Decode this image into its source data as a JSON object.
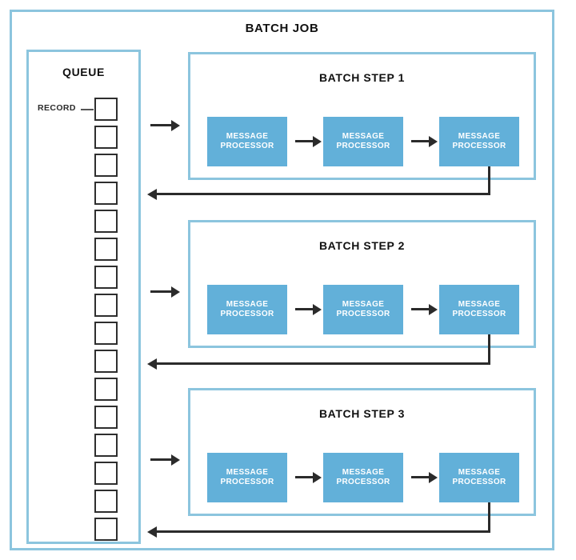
{
  "diagram": {
    "title": "BATCH JOB",
    "colors": {
      "frame_border": "#8cc5de",
      "processor_fill": "#62b0d9",
      "processor_text": "#ffffff",
      "arrow": "#2b2b2b",
      "record_border": "#2e2e2e",
      "background": "#ffffff"
    },
    "queue": {
      "title": "QUEUE",
      "record_label": "RECORD",
      "record_count": 16
    },
    "steps": [
      {
        "title": "BATCH STEP 1",
        "processors": [
          {
            "line1": "MESSAGE",
            "line2": "PROCESSOR"
          },
          {
            "line1": "MESSAGE",
            "line2": "PROCESSOR"
          },
          {
            "line1": "MESSAGE",
            "line2": "PROCESSOR"
          }
        ]
      },
      {
        "title": "BATCH STEP 2",
        "processors": [
          {
            "line1": "MESSAGE",
            "line2": "PROCESSOR"
          },
          {
            "line1": "MESSAGE",
            "line2": "PROCESSOR"
          },
          {
            "line1": "MESSAGE",
            "line2": "PROCESSOR"
          }
        ]
      },
      {
        "title": "BATCH STEP 3",
        "processors": [
          {
            "line1": "MESSAGE",
            "line2": "PROCESSOR"
          },
          {
            "line1": "MESSAGE",
            "line2": "PROCESSOR"
          },
          {
            "line1": "MESSAGE",
            "line2": "PROCESSOR"
          }
        ]
      }
    ]
  },
  "chart_data": {
    "type": "diagram",
    "title": "BATCH JOB",
    "nodes": [
      {
        "id": "queue",
        "label": "QUEUE",
        "kind": "container",
        "children": 16,
        "child_label": "RECORD"
      },
      {
        "id": "step1",
        "label": "BATCH STEP 1",
        "kind": "container"
      },
      {
        "id": "step2",
        "label": "BATCH STEP 2",
        "kind": "container"
      },
      {
        "id": "step3",
        "label": "BATCH STEP 3",
        "kind": "container"
      },
      {
        "id": "s1p1",
        "label": "MESSAGE PROCESSOR",
        "parent": "step1"
      },
      {
        "id": "s1p2",
        "label": "MESSAGE PROCESSOR",
        "parent": "step1"
      },
      {
        "id": "s1p3",
        "label": "MESSAGE PROCESSOR",
        "parent": "step1"
      },
      {
        "id": "s2p1",
        "label": "MESSAGE PROCESSOR",
        "parent": "step2"
      },
      {
        "id": "s2p2",
        "label": "MESSAGE PROCESSOR",
        "parent": "step2"
      },
      {
        "id": "s2p3",
        "label": "MESSAGE PROCESSOR",
        "parent": "step2"
      },
      {
        "id": "s3p1",
        "label": "MESSAGE PROCESSOR",
        "parent": "step3"
      },
      {
        "id": "s3p2",
        "label": "MESSAGE PROCESSOR",
        "parent": "step3"
      },
      {
        "id": "s3p3",
        "label": "MESSAGE PROCESSOR",
        "parent": "step3"
      }
    ],
    "edges": [
      {
        "from": "queue",
        "to": "step1",
        "dir": "right"
      },
      {
        "from": "s1p1",
        "to": "s1p2",
        "dir": "right"
      },
      {
        "from": "s1p2",
        "to": "s1p3",
        "dir": "right"
      },
      {
        "from": "s1p3",
        "to": "queue",
        "dir": "left"
      },
      {
        "from": "queue",
        "to": "step2",
        "dir": "right"
      },
      {
        "from": "s2p1",
        "to": "s2p2",
        "dir": "right"
      },
      {
        "from": "s2p2",
        "to": "s2p3",
        "dir": "right"
      },
      {
        "from": "s2p3",
        "to": "queue",
        "dir": "left"
      },
      {
        "from": "queue",
        "to": "step3",
        "dir": "right"
      },
      {
        "from": "s3p1",
        "to": "s3p2",
        "dir": "right"
      },
      {
        "from": "s3p2",
        "to": "s3p3",
        "dir": "right"
      },
      {
        "from": "s3p3",
        "to": "queue",
        "dir": "left"
      }
    ]
  }
}
